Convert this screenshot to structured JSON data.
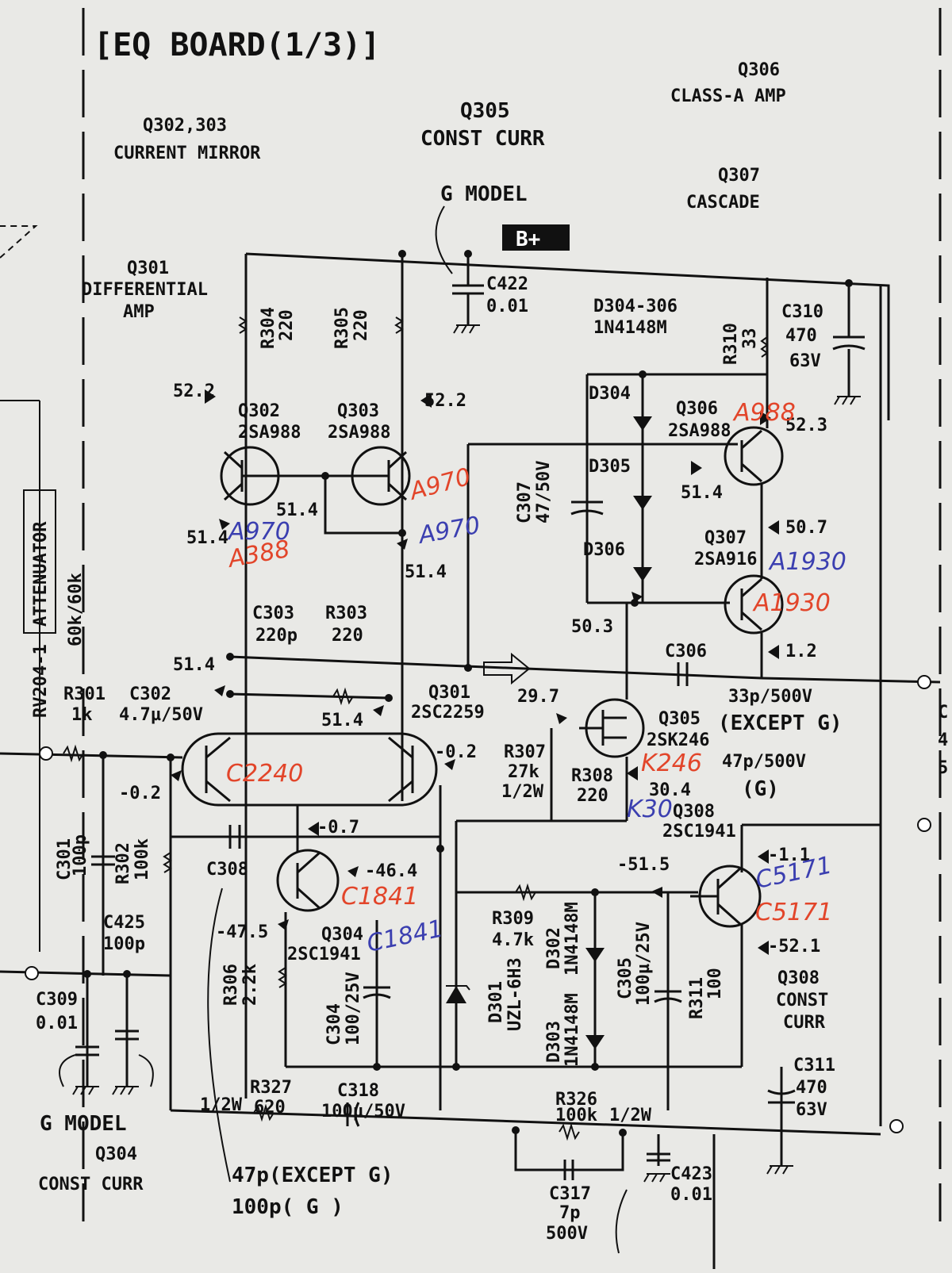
{
  "title": "[EQ BOARD(1/3)]",
  "notes": {
    "q302_303": [
      "Q302,303",
      "CURRENT MIRROR"
    ],
    "q305": [
      "Q305",
      "CONST CURR"
    ],
    "q306": [
      "Q306",
      "CLASS-A AMP"
    ],
    "q307": [
      "Q307",
      "CASCADE"
    ],
    "q301": [
      "Q301",
      "DIFFERENTIAL",
      "AMP"
    ],
    "g_model_top": "G MODEL",
    "b_plus": "B+",
    "g_model_bottom": "G MODEL",
    "q304": [
      "Q304",
      "CONST CURR"
    ],
    "q308": [
      "Q308",
      "CONST",
      "CURR"
    ],
    "attenuator": "ATTENUATOR",
    "rv204": "RV204-1",
    "rv_value": "60k/60k",
    "c308_alt": [
      "47p(EXCEPT G)",
      "100p( G )"
    ],
    "c306_alt": [
      "33p/500V",
      "(EXCEPT G)",
      "47p/500V",
      "(G)"
    ]
  },
  "components": {
    "r304": [
      "R304",
      "220"
    ],
    "r305": [
      "R305",
      "220"
    ],
    "c422": [
      "C422",
      "0.01"
    ],
    "d304_306": [
      "D304-306",
      "1N4148M"
    ],
    "r310": [
      "R310",
      "33"
    ],
    "c310": [
      "C310",
      "470",
      "63V"
    ],
    "q302": [
      "Q302",
      "2SA988"
    ],
    "q303": [
      "Q303",
      "2SA988"
    ],
    "q306": [
      "Q306",
      "2SA988"
    ],
    "q307": [
      "Q307",
      "2SA916"
    ],
    "c307": [
      "C307",
      "47/50V"
    ],
    "d304": "D304",
    "d305": "D305",
    "d306": "D306",
    "c303": [
      "C303",
      "220p"
    ],
    "r303": [
      "R303",
      "220"
    ],
    "c306": "C306",
    "r301": [
      "R301",
      "1k"
    ],
    "c302": [
      "C302",
      "4.7µ/50V"
    ],
    "q301": [
      "Q301",
      "2SC2259"
    ],
    "q305": [
      "Q305",
      "2SK246"
    ],
    "r307": [
      "R307",
      "27k",
      "1/2W"
    ],
    "r308": [
      "R308",
      "220"
    ],
    "q308": [
      "Q308",
      "2SC1941"
    ],
    "c301": [
      "C301",
      "100p"
    ],
    "r302": [
      "R302",
      "100k"
    ],
    "c308": "C308",
    "c425": [
      "C425",
      "100p"
    ],
    "q304": [
      "Q304",
      "2SC1941"
    ],
    "r306": [
      "R306",
      "2.2k"
    ],
    "c304": [
      "C304",
      "100/25V"
    ],
    "r309": [
      "R309",
      "4.7k"
    ],
    "d301": [
      "D301",
      "UZL-6H3"
    ],
    "d302": [
      "D302",
      "1N4148M"
    ],
    "d303": [
      "D303",
      "1N4148M"
    ],
    "c305": [
      "C305",
      "100µ/25V"
    ],
    "r311": [
      "R311",
      "100"
    ],
    "c309": [
      "C309",
      "0.01"
    ],
    "c311": [
      "C311",
      "470",
      "63V"
    ],
    "r327": [
      "R327",
      "620",
      "1/2W"
    ],
    "c318": [
      "C318",
      "100µ/50V"
    ],
    "r326": [
      "R326",
      "100k",
      "1/2W"
    ],
    "c317": [
      "C317",
      "7p",
      "500V"
    ],
    "c423": [
      "C423",
      "0.01"
    ]
  },
  "voltages": {
    "v522a": "52.2",
    "v522b": "52.2",
    "v523": "52.3",
    "v514a": "51.4",
    "v514b": "51.4",
    "v514c": "51.4",
    "v514d": "51.4",
    "v514e": "51.4",
    "v514f": "51.4",
    "v507": "50.7",
    "v503": "50.3",
    "v12": "1.2",
    "v297": "29.7",
    "v304": "30.4",
    "vm02a": "-0.2",
    "vm02b": "-0.2",
    "vm07": "-0.7",
    "vm464": "-46.4",
    "vm475": "-47.5",
    "vm515": "-51.5",
    "vm11": "-1.1",
    "vm521": "-52.1"
  },
  "handwritten": {
    "red": [
      "A988",
      "A970",
      "A388",
      "C2240",
      "C1841",
      "A1930",
      "C5171",
      "K246"
    ],
    "blue": [
      "A970",
      "A970",
      "A1930",
      "C5171",
      "C1841",
      "K30"
    ]
  },
  "edge_text": [
    "C",
    "4",
    "5"
  ],
  "colors": {
    "ink": "#111111",
    "paper": "#e9e9e6",
    "red_ink": "#e2452a",
    "blue_ink": "#3b3fb0"
  }
}
